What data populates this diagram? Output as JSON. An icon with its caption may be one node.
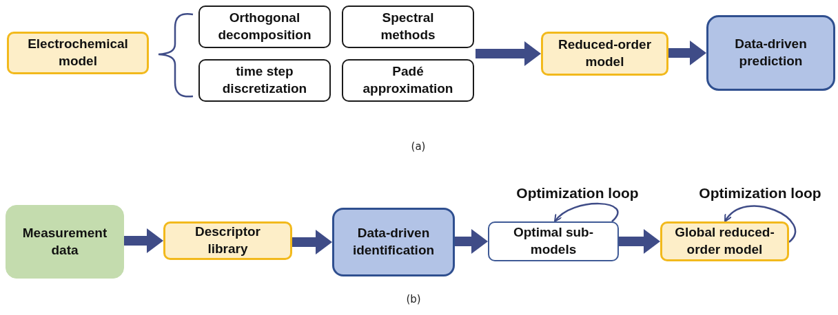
{
  "diagram": {
    "nodes": [
      {
        "text": [
          "Electrochemical model"
        ]
      },
      {
        "text": [
          "Orthogonal decomposition"
        ]
      },
      {
        "text": [
          "Spectral methods"
        ]
      },
      {
        "text": [
          "time step discretization"
        ]
      },
      {
        "text": [
          "Padé approximation"
        ]
      },
      {
        "text": [
          "Reduced-order model"
        ]
      },
      {
        "text": [
          "Data-driven prediction"
        ]
      },
      {
        "text": [
          "Measurement data"
        ]
      },
      {
        "text": [
          "Descriptor library"
        ]
      },
      {
        "text": [
          "Data-driven identification"
        ]
      },
      {
        "text": [
          "Optimal sub-models"
        ]
      },
      {
        "text": [
          "Global reduced-order model"
        ]
      }
    ],
    "edges": [
      {
        "from": 2,
        "to": 5,
        "arrow": "to"
      },
      {
        "from": 5,
        "to": 6,
        "arrow": "to"
      },
      {
        "from": 7,
        "to": 8,
        "arrow": "to"
      },
      {
        "from": 8,
        "to": 9,
        "arrow": "to"
      },
      {
        "from": 9,
        "to": 10,
        "arrow": "to"
      },
      {
        "from": 10,
        "to": 11,
        "arrow": "to"
      },
      {
        "from": 10,
        "to": 10,
        "arrow": "to",
        "label": "Optimization loop"
      },
      {
        "from": 11,
        "to": 11,
        "arrow": "to",
        "label": "Optimization loop"
      }
    ],
    "labels": [
      "(a)",
      "(b)"
    ]
  }
}
